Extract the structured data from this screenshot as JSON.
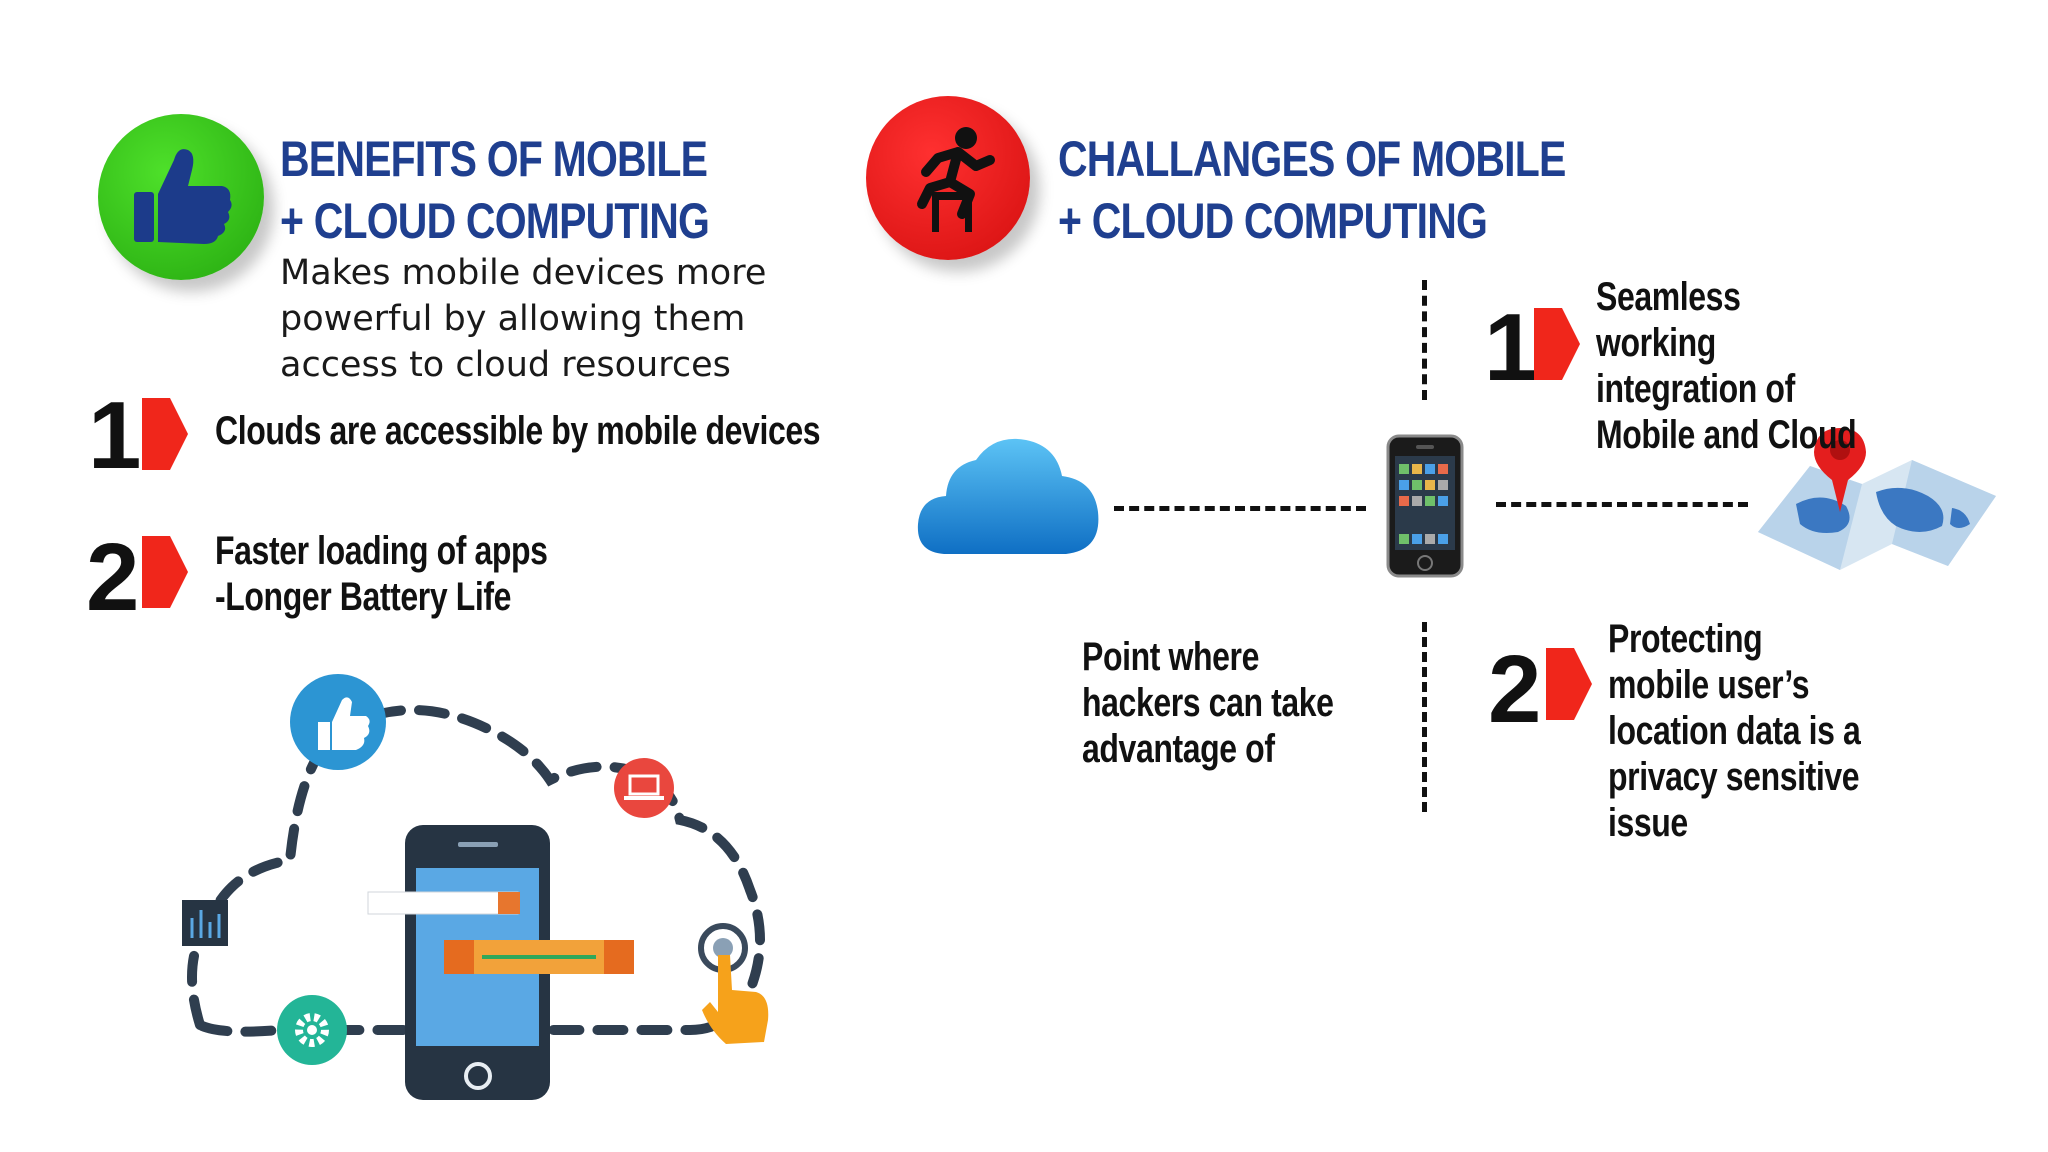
{
  "benefits": {
    "icon": "thumbs-up-icon",
    "title_line1": "BENEFITS OF MOBILE",
    "title_line2": "+ CLOUD COMPUTING",
    "desc_line1": "Makes mobile devices more",
    "desc_line2": "powerful by allowing them",
    "desc_line3": "access to cloud resources",
    "items": [
      {
        "number": "1",
        "lines": [
          "Clouds are accessible by mobile devices"
        ]
      },
      {
        "number": "2",
        "lines": [
          "Faster loading of apps",
          "-Longer Battery Life"
        ]
      }
    ]
  },
  "challenges": {
    "icon": "hurdle-runner-icon",
    "title_line1": "CHALLANGES OF MOBILE",
    "title_line2": "+ CLOUD COMPUTING",
    "items": [
      {
        "number": "1",
        "lines": [
          "Seamless",
          "working",
          "integration of",
          "Mobile and Cloud"
        ]
      },
      {
        "number": "2",
        "lines": [
          "Protecting",
          "mobile user’s",
          "location data is a",
          "privacy sensitive",
          "issue"
        ]
      }
    ],
    "hacker_lines": [
      "Point where",
      "hackers can take",
      "advantage of"
    ]
  },
  "colors": {
    "heading": "#1f3f8f",
    "benefit_circle": "#3fcf1f",
    "challenge_circle": "#ee1c1c",
    "marker": "#f0261b"
  }
}
